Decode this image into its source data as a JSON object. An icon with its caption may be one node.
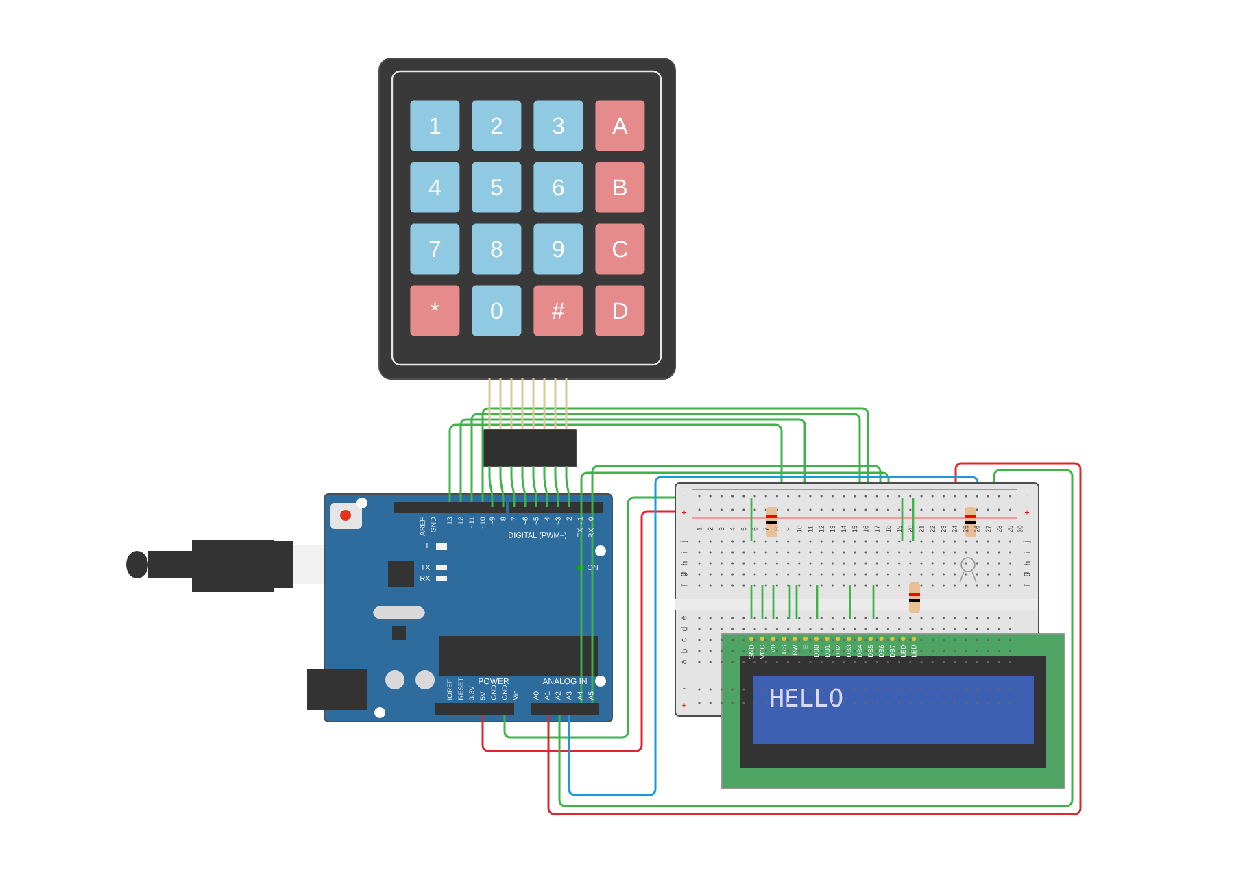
{
  "diagram": {
    "nodes": [
      {
        "text": [],
        "shape": "box"
      },
      {
        "text": [
          "1"
        ],
        "in": 0
      },
      {
        "text": [
          "2"
        ],
        "in": 0
      },
      {
        "text": [
          "3"
        ],
        "in": 0
      },
      {
        "text": [
          "A"
        ],
        "in": 0
      },
      {
        "text": [
          "4"
        ],
        "in": 0
      },
      {
        "text": [
          "5"
        ],
        "in": 0
      },
      {
        "text": [
          "6"
        ],
        "in": 0
      },
      {
        "text": [
          "B"
        ],
        "in": 0
      },
      {
        "text": [
          "7"
        ],
        "in": 0
      },
      {
        "text": [
          "8"
        ],
        "in": 0
      },
      {
        "text": [
          "9"
        ],
        "in": 0
      },
      {
        "text": [
          "C"
        ],
        "in": 0
      },
      {
        "text": [
          "*"
        ],
        "in": 0
      },
      {
        "text": [
          "0"
        ],
        "in": 0
      },
      {
        "text": [
          "#"
        ],
        "in": 0
      },
      {
        "text": [
          "D"
        ],
        "in": 0
      },
      {
        "text": [],
        "shape": "box"
      },
      {
        "text": [],
        "shape": "box"
      },
      {
        "text": [],
        "shape": "box"
      },
      {
        "text": [
          "HELLO"
        ]
      }
    ],
    "edges": [
      {
        "from": 17,
        "to": 18,
        "arrow": "none"
      },
      {
        "from": 17,
        "to": 18,
        "arrow": "none"
      },
      {
        "from": 17,
        "to": 18,
        "arrow": "none"
      },
      {
        "from": 17,
        "to": 18,
        "arrow": "none"
      },
      {
        "from": 17,
        "to": 18,
        "arrow": "none"
      },
      {
        "from": 17,
        "to": 18,
        "arrow": "none"
      },
      {
        "from": 17,
        "to": 18,
        "arrow": "none"
      },
      {
        "from": 17,
        "to": 18,
        "arrow": "none"
      },
      {
        "from": 18,
        "to": 19,
        "arrow": "none"
      },
      {
        "from": 18,
        "to": 19,
        "arrow": "none"
      },
      {
        "from": 18,
        "to": 19,
        "arrow": "none"
      },
      {
        "from": 18,
        "to": 19,
        "arrow": "none"
      },
      {
        "from": 18,
        "to": 19,
        "arrow": "none"
      },
      {
        "from": 18,
        "to": 19,
        "arrow": "none"
      },
      {
        "from": 18,
        "to": 19,
        "arrow": "none"
      },
      {
        "from": 18,
        "to": 19,
        "arrow": "none",
        "color": "#e0262b"
      },
      {
        "from": 18,
        "to": 19,
        "arrow": "none",
        "color": "#e0262b"
      },
      {
        "from": 18,
        "to": 19,
        "arrow": "none"
      },
      {
        "from": 18,
        "to": 19,
        "arrow": "none",
        "color": "#1a9ad6"
      },
      {
        "from": 0,
        "to": 17,
        "arrow": "none",
        "color": "#d9c79a"
      },
      {
        "from": 0,
        "to": 17,
        "arrow": "none",
        "color": "#d9c79a"
      },
      {
        "from": 0,
        "to": 17,
        "arrow": "none",
        "color": "#d9c79a"
      },
      {
        "from": 0,
        "to": 17,
        "arrow": "none",
        "color": "#d9c79a"
      },
      {
        "from": 0,
        "to": 17,
        "arrow": "none",
        "color": "#d9c79a"
      },
      {
        "from": 0,
        "to": 17,
        "arrow": "none",
        "color": "#d9c79a"
      },
      {
        "from": 0,
        "to": 17,
        "arrow": "none",
        "color": "#d9c79a"
      },
      {
        "from": 0,
        "to": 17,
        "arrow": "none",
        "color": "#d9c79a"
      }
    ],
    "labels": [
      "AREF",
      "GND",
      "13",
      "12",
      "~11",
      "~10",
      "~9",
      "8",
      "7",
      "~6",
      "~5",
      "4",
      "~3",
      "2",
      "TX→1",
      "RX←0",
      "DIGITAL (PWM~)",
      "L",
      "TX",
      "RX",
      "ON",
      "POWER",
      "IOREF",
      "RESET",
      "3.3V",
      "5V",
      "GND",
      "GND",
      "Vin",
      "ANALOG IN",
      "A0",
      "A1",
      "A2",
      "A3",
      "A4",
      "A5",
      "-",
      "+",
      "-",
      "+",
      "j",
      "i",
      "h",
      "g",
      "f",
      "e",
      "d",
      "c",
      "b",
      "a",
      "j",
      "i",
      "h",
      "g",
      "f",
      "-",
      "+",
      "1",
      "2",
      "3",
      "4",
      "5",
      "6",
      "7",
      "8",
      "9",
      "10",
      "11",
      "12",
      "13",
      "14",
      "15",
      "16",
      "17",
      "18",
      "19",
      "20",
      "21",
      "22",
      "23",
      "24",
      "25",
      "26",
      "27",
      "28",
      "29",
      "30",
      "GND",
      "VCC",
      "V0",
      "RS",
      "RW",
      "E",
      "DB0",
      "DB1",
      "DB2",
      "DB3",
      "DB4",
      "DB5",
      "DB6",
      "DB7",
      "LED",
      "LED"
    ]
  }
}
